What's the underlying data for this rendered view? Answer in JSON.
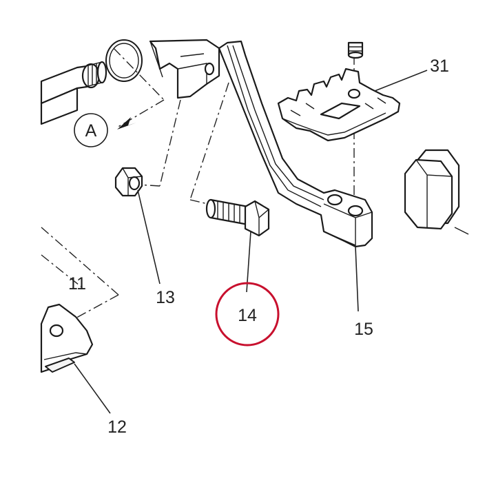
{
  "diagram": {
    "callouts": [
      {
        "id": "11",
        "text": "11"
      },
      {
        "id": "12",
        "text": "12"
      },
      {
        "id": "13",
        "text": "13"
      },
      {
        "id": "14",
        "text": "14"
      },
      {
        "id": "15",
        "text": "15"
      },
      {
        "id": "31",
        "text": "31"
      }
    ],
    "reference_marker": "A",
    "highlight": {
      "callout": "14",
      "color": "#c8102e"
    }
  }
}
